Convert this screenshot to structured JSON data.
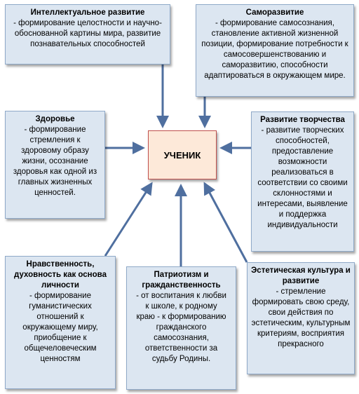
{
  "center": {
    "label": "УЧЕНИК"
  },
  "boxes": {
    "intellectual": {
      "title": "Интеллектуальное развитие",
      "text": "- формирование целостности и научно-\nобоснованной картины мира, развитие\nпознавательных способностей"
    },
    "self": {
      "title": "Саморазвитие",
      "text": "- формирование самосознания,\nстановление активной  жизненной\nпозиции, формирование потребности к\nсамосовершенствованию и\nсаморазвитию, способности\nадаптироваться в окружающем мире."
    },
    "health": {
      "title": "Здоровье",
      "text": "- формирование\nстремления к\nздоровому образу\nжизни, осознание\nздоровья как одной из\nглавных жизненных\nценностей."
    },
    "creativity": {
      "title": "Развитие творчества",
      "text": "- развитие творческих\nспособностей,\nпредоставление\nвозможности\nреализоваться в\nсоответствии со своими\nсклонностями и\nинтересами, выявление\nи поддержка\nиндивидуальности"
    },
    "morality": {
      "title": "Нравственность,\nдуховность как основа\nличности",
      "text": "- формирование\nгуманистических\nотношений к\nокружающему миру,\nприобщение к\nобщечеловеческим\nценностям"
    },
    "patriotism": {
      "title": "Патриотизм и\nгражданственность",
      "text": "- от воспитания к любви\nк школе, к родному\nкраю - к формированию\nгражданского\nсамосознания,\nответственности за\nсудьбу Родины."
    },
    "aesthetic": {
      "title": "Эстетическая культура и\nразвитие",
      "text": "- стремление\nформировать свою среду,\nсвои действия по\nэстетическим, культурным\nкритериям, восприятия\nпрекрасного"
    }
  }
}
